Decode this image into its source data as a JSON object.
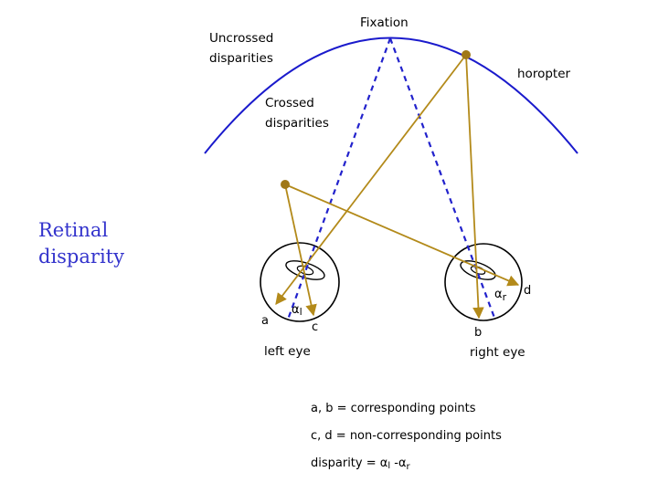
{
  "slide_title": {
    "line1": "Retinal",
    "line2": "disparity"
  },
  "labels": {
    "uncrossed_line1": "Uncrossed",
    "uncrossed_line2": "disparities",
    "fixation": "Fixation",
    "horopter": "horopter",
    "crossed_line1": "Crossed",
    "crossed_line2": "disparities",
    "left_eye": "left eye",
    "right_eye": "right eye",
    "point_a": "a",
    "point_b": "b",
    "point_c": "c",
    "point_d": "d",
    "alpha_left_symbol": "α",
    "alpha_left_sub": "l",
    "alpha_right_symbol": "α",
    "alpha_right_sub": "r"
  },
  "legend": {
    "line1": "a, b = corresponding points",
    "line2": "c, d = non-corresponding points",
    "line3_prefix": "disparity = ",
    "alpha_symbol": "α",
    "left_sub": "l",
    "minus": " -",
    "right_sub": "r"
  },
  "colors": {
    "horopter": "#1a1acc",
    "fixation_lines": "#2222cc",
    "rays": "#b38a1a",
    "points": "#a07818",
    "eye_outline": "#000000",
    "title": "#3333cc"
  }
}
